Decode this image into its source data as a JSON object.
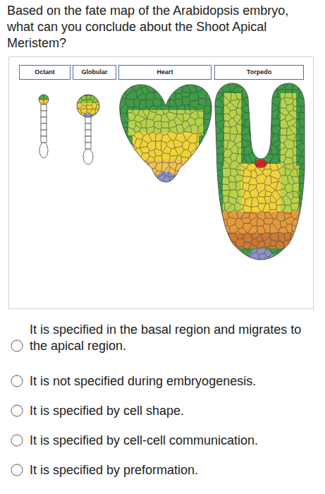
{
  "diagram": {
    "title": "Based on the fate map of the Arabidopsis embryo, what can you conclude about the Shoot Apical Meristem?",
    "nodes": [
      {
        "text": [
          "Octant"
        ]
      },
      {
        "text": [
          "Globular"
        ]
      },
      {
        "text": [
          "Heart"
        ]
      },
      {
        "text": [
          "Torpedo"
        ]
      }
    ],
    "labels": [
      "It is specified in the basal region and migrates to the apical region.",
      "It is not specified during embryogenesis.",
      "It is specified by cell shape.",
      "It is specified by cell-cell communication.",
      "It is specified by preformation."
    ]
  }
}
